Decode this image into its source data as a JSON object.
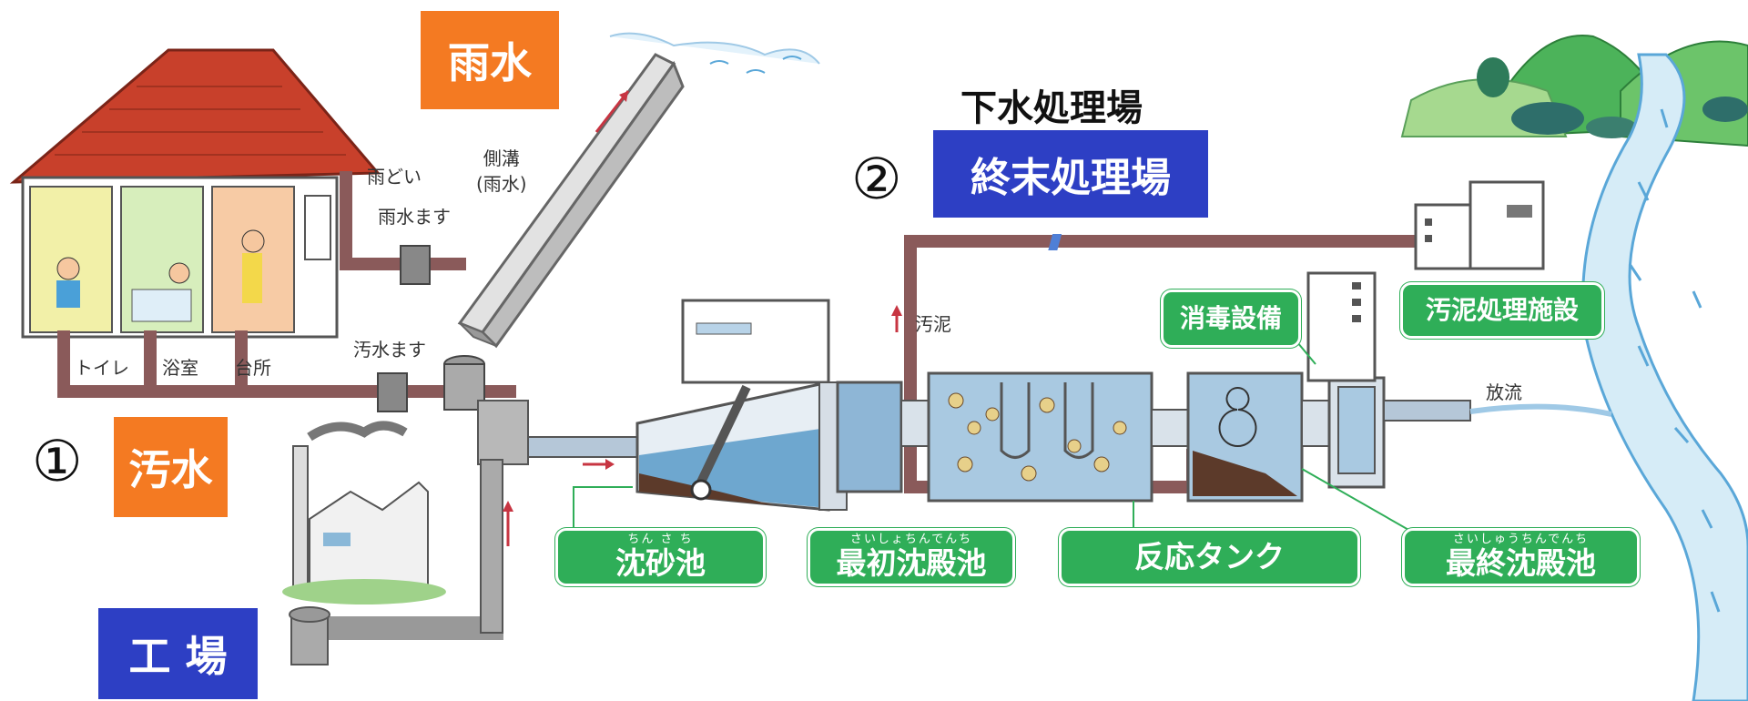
{
  "labels": {
    "rainwater_big": "雨水",
    "wastewater_big": "汚水",
    "factory_big": "工 場",
    "sewage_plant_title": "下水処理場",
    "terminal_plant": "終末処理場",
    "num1": "①",
    "num2": "②",
    "gutter": "雨どい",
    "rain_basin": "雨水ます",
    "side_ditch": "側溝\n(雨水)",
    "sewage_basin": "汚水ます",
    "toilet": "トイレ",
    "bathroom": "浴室",
    "kitchen": "台所",
    "sludge": "汚泥",
    "discharge": "放流",
    "disinfection": "消毒設備",
    "sludge_facility": "汚泥処理施設"
  },
  "stages": [
    {
      "ruby": "ちん さ ち",
      "name": "沈砂池"
    },
    {
      "ruby": "さいしょちんでんち",
      "name": "最初沈殿池"
    },
    {
      "ruby": "",
      "name": "反応タンク"
    },
    {
      "ruby": "さいしゅうちんでんち",
      "name": "最終沈殿池"
    }
  ],
  "colors": {
    "orange": "#f47a22",
    "blue": "#2d3fc4",
    "green": "#2fae58",
    "pipe_brown": "#8a5a5a",
    "water_blue": "#5aa7d8",
    "roof_red": "#c8402b"
  }
}
